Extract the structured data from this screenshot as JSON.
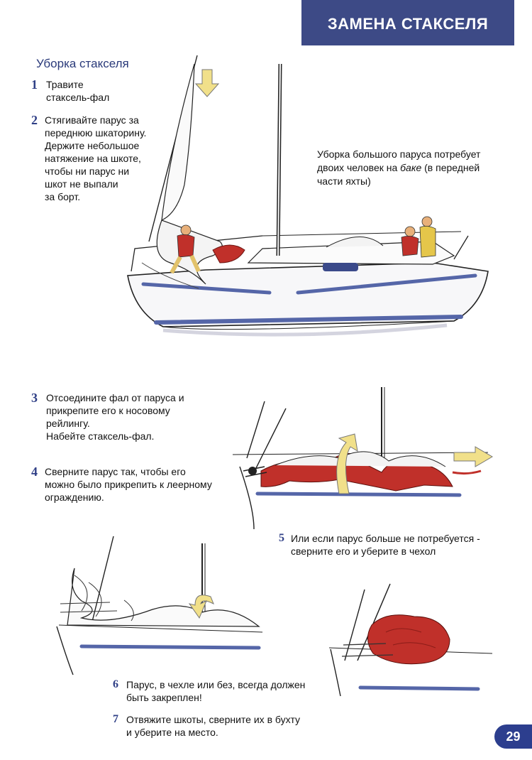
{
  "header": {
    "title": "ЗАМЕНА СТАКСЕЛЯ"
  },
  "section": {
    "title": "Уборка стакселя"
  },
  "steps": [
    {
      "num": "1",
      "lines": [
        "Травите",
        "стаксель-фал"
      ]
    },
    {
      "num": "2",
      "lines": [
        "Стягивайте парус за",
        "переднюю шкаторину.",
        "Держите небольшое",
        "натяжение на шкоте,",
        "чтобы ни парус ни",
        "шкот не выпали",
        "за борт."
      ]
    },
    {
      "num": "3",
      "lines": [
        "Отсоедините фал от паруса и",
        "прикрепите его к носовому",
        "рейлингу.",
        "Набейте стаксель-фал."
      ]
    },
    {
      "num": "4",
      "lines": [
        "Сверните парус так, чтобы его",
        "можно было прикрепить к леерному",
        "ограждению."
      ]
    },
    {
      "num": "5",
      "lines": [
        "Или если парус больше не потребуется -",
        "сверните его и уберите в чехол"
      ]
    },
    {
      "num": "6",
      "lines": [
        "Парус, в чехле или без, всегда должен",
        "быть закреплен!"
      ]
    },
    {
      "num": "7",
      "lines": [
        "Отвяжите шкоты, сверните их в бухту",
        "и уберите на место."
      ]
    }
  ],
  "note": {
    "line1": "Уборка большого паруса потребует",
    "line2_before": "двоих человек на ",
    "line2_em": "баке",
    "line2_after": " (в передней",
    "line3": "части яхты)"
  },
  "page_number": "29",
  "colors": {
    "header_bg": "#3d4a86",
    "accent_blue": "#2f3f86",
    "sail_red": "#c0302a",
    "arrow_yellow": "#f1e08a",
    "hull_stripe": "#5566a8"
  }
}
